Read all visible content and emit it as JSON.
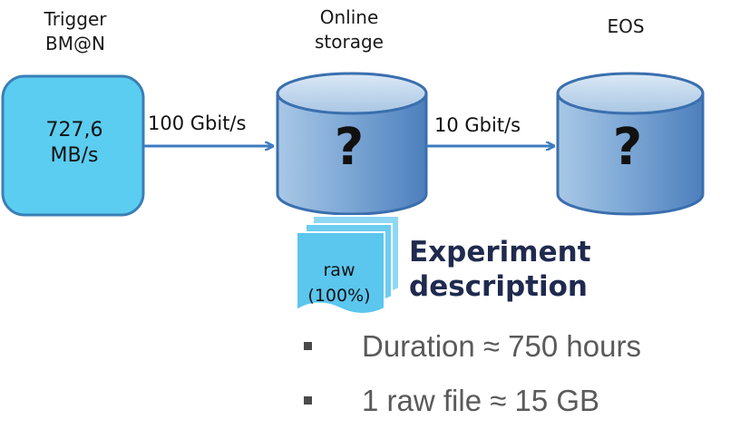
{
  "trigger": {
    "label_line1": "Trigger",
    "label_line2": "BM@N",
    "rate_line1": "727,6",
    "rate_line2": "MB/s"
  },
  "online_storage": {
    "label_line1": "Online",
    "label_line2": "storage",
    "mark": "?"
  },
  "eos": {
    "label": "EOS",
    "mark": "?"
  },
  "links": {
    "trigger_to_online": "100 Gbit/s",
    "online_to_eos": "10 Gbit/s"
  },
  "raw_files": {
    "line1": "raw",
    "line2": "(100%)"
  },
  "experiment": {
    "title_line1": "Experiment",
    "title_line2": "description",
    "bullets": [
      "Duration ≈ 750 hours",
      "1 raw file ≈ 15 GB"
    ]
  },
  "colors": {
    "box_fill": "#5bcdf0",
    "box_stroke": "#3a7fb5",
    "cylinder_light": "#b8d4ec",
    "cylinder_dark": "#4e85c2",
    "arrow": "#3d7cc0",
    "title": "#1f2a4e"
  }
}
